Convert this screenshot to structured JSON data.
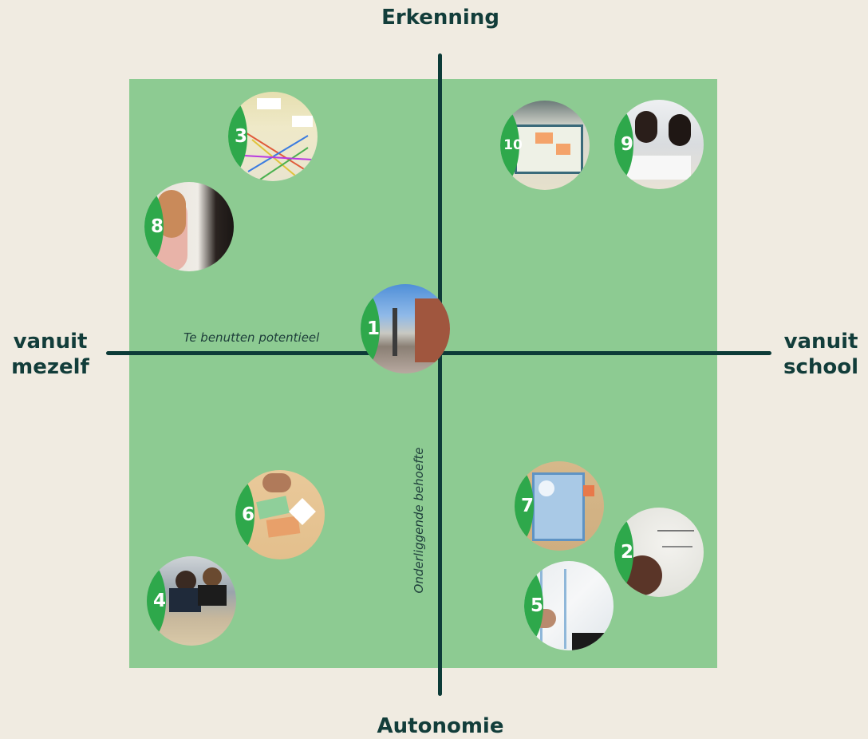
{
  "axes": {
    "top": "Erkenning",
    "bottom": "Autonomie",
    "left": "vanuit mezelf",
    "right": "vanuit school",
    "horizontal_note": "Te benutten potentieel",
    "vertical_note": "Onderliggende behoefte"
  },
  "colors": {
    "background": "#f0ebe1",
    "field": "#8dcb92",
    "axis": "#0d3b38",
    "marker_tab": "#2ea84b"
  },
  "markers": [
    {
      "number": "1",
      "icon": "street-photo"
    },
    {
      "number": "2",
      "icon": "whiteboard-writing-photo"
    },
    {
      "number": "3",
      "icon": "string-diagram-photo"
    },
    {
      "number": "4",
      "icon": "students-at-table-photo"
    },
    {
      "number": "5",
      "icon": "worksheet-photo"
    },
    {
      "number": "6",
      "icon": "money-cards-photo"
    },
    {
      "number": "7",
      "icon": "board-game-photo"
    },
    {
      "number": "8",
      "icon": "whiteboard-people-photo"
    },
    {
      "number": "9",
      "icon": "students-working-photo"
    },
    {
      "number": "10",
      "icon": "taal-board-photo"
    }
  ]
}
